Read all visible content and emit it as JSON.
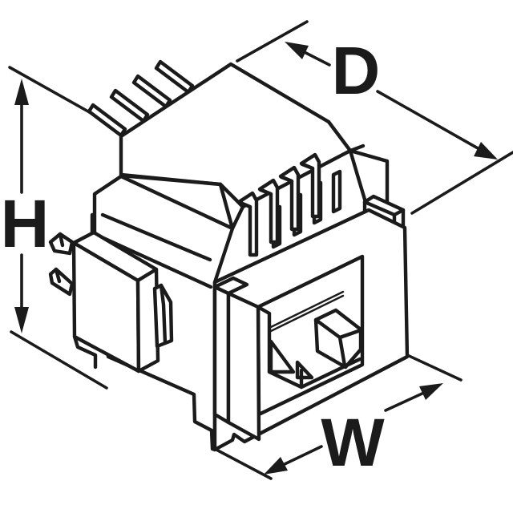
{
  "figure": {
    "subject": "isometric line drawing of a right-angle modular jack connector with through-hole pins",
    "background_color": "#ffffff",
    "line_color": "#1b1b1b",
    "labels": {
      "height": "H",
      "depth": "D",
      "width": "W"
    }
  }
}
